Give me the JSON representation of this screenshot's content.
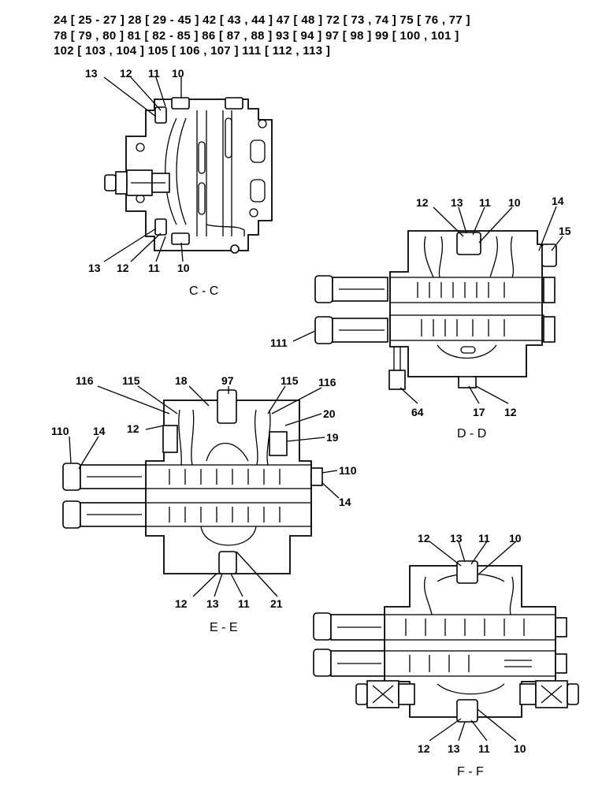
{
  "header": {
    "line1": "24 [ 25 - 27 ]   28 [ 29 - 45 ]   42 [ 43 , 44 ]   47 [ 48 ]   72 [ 73 , 74 ]   75 [ 76 , 77 ]",
    "line2": "78 [ 79 , 80 ]   81 [ 82 - 85 ]   86 [ 87 , 88 ]   93 [ 94 ]   97 [ 98 ]   99 [ 100 , 101 ]",
    "line3": "102 [ 103 , 104 ]   105 [ 106 , 107 ]   111 [ 112 , 113 ]"
  },
  "sections": {
    "cc": {
      "title": "C - C",
      "labels": {
        "t13": "13",
        "t12": "12",
        "t11": "11",
        "t10": "10",
        "b13": "13",
        "b12": "12",
        "b11": "11",
        "b10": "10"
      }
    },
    "dd": {
      "title": "D - D",
      "labels": {
        "t12": "12",
        "t13": "13",
        "t11": "11",
        "t10": "10",
        "r14": "14",
        "r15": "15",
        "l111": "111",
        "b64": "64",
        "b17": "17",
        "b12": "12"
      }
    },
    "ee": {
      "title": "E - E",
      "labels": {
        "t116a": "116",
        "t115a": "115",
        "t18": "18",
        "t97": "97",
        "t115b": "115",
        "t116b": "116",
        "l12": "12",
        "r20": "20",
        "r19": "19",
        "l110": "110",
        "l14": "14",
        "r110": "110",
        "r14": "14",
        "b12": "12",
        "b13": "13",
        "b11": "11",
        "b21": "21"
      }
    },
    "ff": {
      "title": "F - F",
      "labels": {
        "t12": "12",
        "t13": "13",
        "t11": "11",
        "t10": "10",
        "b12": "12",
        "b13": "13",
        "b11": "11",
        "b10": "10"
      }
    }
  }
}
